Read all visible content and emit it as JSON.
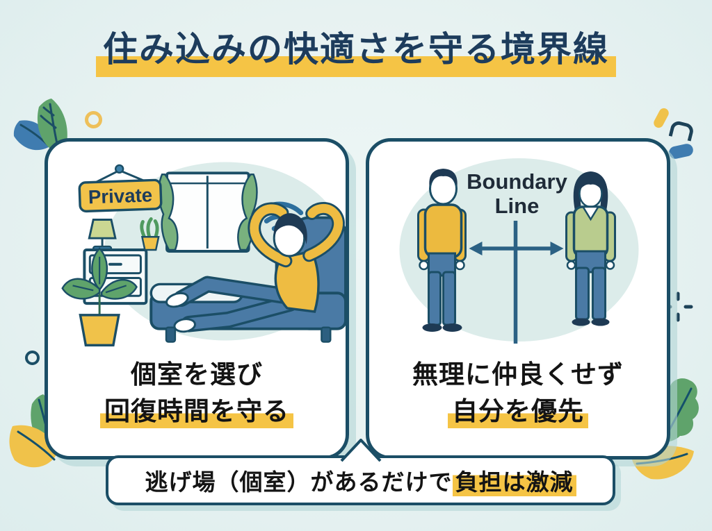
{
  "title": {
    "text": "住み込みの快適さを守る境界線"
  },
  "left_panel": {
    "sign_label": "Private",
    "caption_line1": "個室を選び",
    "caption_line2": "回復時間を守る"
  },
  "right_panel": {
    "boundary_line1": "Boundary",
    "boundary_line2": "Line",
    "caption_line1": "無理に仲良くせず",
    "caption_line2": "自分を優先"
  },
  "banner": {
    "text_prefix": "逃げ場（個室）があるだけで",
    "text_highlight": "負担は激減"
  },
  "colors": {
    "background": "#e9f3f2",
    "panel_border": "#1b4e66",
    "title_navy": "#1d3c5c",
    "accent_yellow": "#f5c445",
    "illustration_circle": "#dcecea",
    "leaf_green": "#5fa36b",
    "leaf_blue": "#3f7cb0",
    "sweater_yellow": "#eebc42",
    "woman_sweater_green": "#b9cc8e",
    "jeans_blue": "#4a7aa5",
    "boundary_line_blue": "#2b6184",
    "text_black": "#141414"
  },
  "icons": {
    "wifi": "wifi-icon",
    "boundary_arrow": "double-arrow-icon"
  }
}
